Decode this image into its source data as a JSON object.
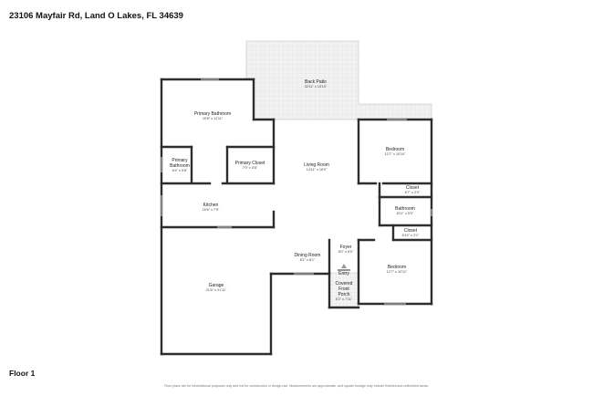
{
  "header": {
    "address": "23106 Mayfair Rd, Land O Lakes, FL 34639"
  },
  "footer": {
    "floor_label": "Floor 1",
    "disclaimer": "Floor plans are for informational purposes only and not for construction or design use. Measurements are approximate, and square footage may include finished and unfinished areas."
  },
  "rooms": [
    {
      "id": "back-patio",
      "name": "Back Patio",
      "dims": "32'11\" x 13'10\""
    },
    {
      "id": "primary-bathroom-main",
      "name": "Primary Bathroom",
      "dims": "19'8\" x 11'11\""
    },
    {
      "id": "primary-bathroom-small",
      "name": "Primary Bathroom",
      "name_line1": "Primary",
      "name_line2": "Bathroom",
      "dims": "6'4\" x 5'8\""
    },
    {
      "id": "primary-closet",
      "name": "Primary Closet",
      "dims": "7'0\" x 5'8\""
    },
    {
      "id": "living-room",
      "name": "Living Room",
      "dims": "14'11\" x 18'0\""
    },
    {
      "id": "bedroom-1",
      "name": "Bedroom",
      "dims": "12'7\" x 10'10\""
    },
    {
      "id": "closet-1",
      "name": "Closet",
      "dims": "6'7\" x 2'0\""
    },
    {
      "id": "bathroom",
      "name": "Bathroom",
      "dims": "8'11\" x 5'0\""
    },
    {
      "id": "closet-2",
      "name": "Closet",
      "dims": "6'10\" x 2'1\""
    },
    {
      "id": "kitchen",
      "name": "Kitchen",
      "dims": "19'6\" x 7'9\""
    },
    {
      "id": "dining-room",
      "name": "Dining Room",
      "dims": "8'1\" x 8'1\""
    },
    {
      "id": "foyer",
      "name": "Foyer",
      "dims": "5'0\" x 6'0\""
    },
    {
      "id": "entry",
      "name": "Entry",
      "dims": ""
    },
    {
      "id": "covered-front-porch",
      "name": "Covered Front Porch",
      "name_line1": "Covered",
      "name_line2": "Front",
      "name_line3": "Porch",
      "dims": "5'2\" x 7'11\""
    },
    {
      "id": "bedroom-2",
      "name": "Bedroom",
      "dims": "12'7\" x 10'11\""
    },
    {
      "id": "garage",
      "name": "Garage",
      "dims": "21'6\" x 21'11\""
    }
  ]
}
